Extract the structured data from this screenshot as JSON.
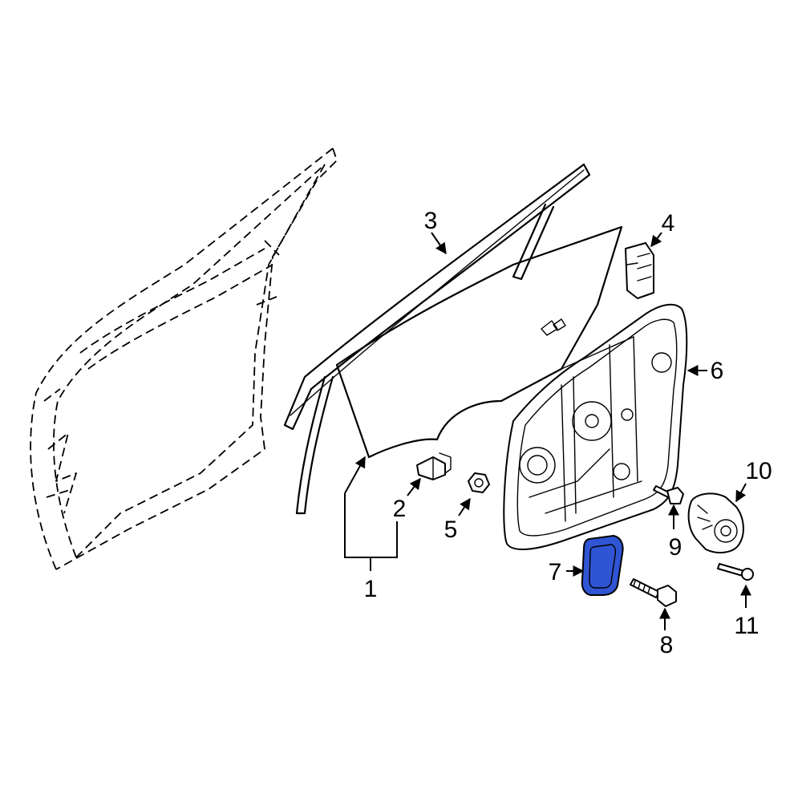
{
  "diagram": {
    "highlight_color": "#2f55d4",
    "parts": [
      {
        "id": "part-1",
        "label": "1"
      },
      {
        "id": "part-2",
        "label": "2"
      },
      {
        "id": "part-3",
        "label": "3"
      },
      {
        "id": "part-4",
        "label": "4"
      },
      {
        "id": "part-5",
        "label": "5"
      },
      {
        "id": "part-6",
        "label": "6"
      },
      {
        "id": "part-7",
        "label": "7",
        "highlighted": true
      },
      {
        "id": "part-8",
        "label": "8"
      },
      {
        "id": "part-9",
        "label": "9"
      },
      {
        "id": "part-10",
        "label": "10"
      },
      {
        "id": "part-11",
        "label": "11"
      }
    ]
  }
}
